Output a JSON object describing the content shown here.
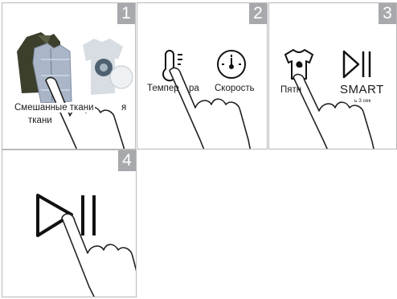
{
  "steps": [
    {
      "number": "1",
      "labels": {
        "line1": "Смешанные ткани",
        "line2": "ткани",
        "right": "я"
      }
    },
    {
      "number": "2",
      "labels": {
        "left": "Темпер",
        "left_tail": "ра",
        "right": "Скорость"
      }
    },
    {
      "number": "3",
      "labels": {
        "left": "Пятн",
        "right": "SMART",
        "sub": "ь 3 сек"
      }
    },
    {
      "number": "4"
    }
  ],
  "icons": [
    "shirts-photo",
    "tshirt-photo",
    "thermometer-icon",
    "speedometer-icon",
    "tshirt-stain-icon",
    "play-pause-icon",
    "pointing-hand-icon"
  ],
  "colors": {
    "badge": "#a7a9ac",
    "border": "#b8b8b8",
    "ink": "#1a1a1a"
  }
}
